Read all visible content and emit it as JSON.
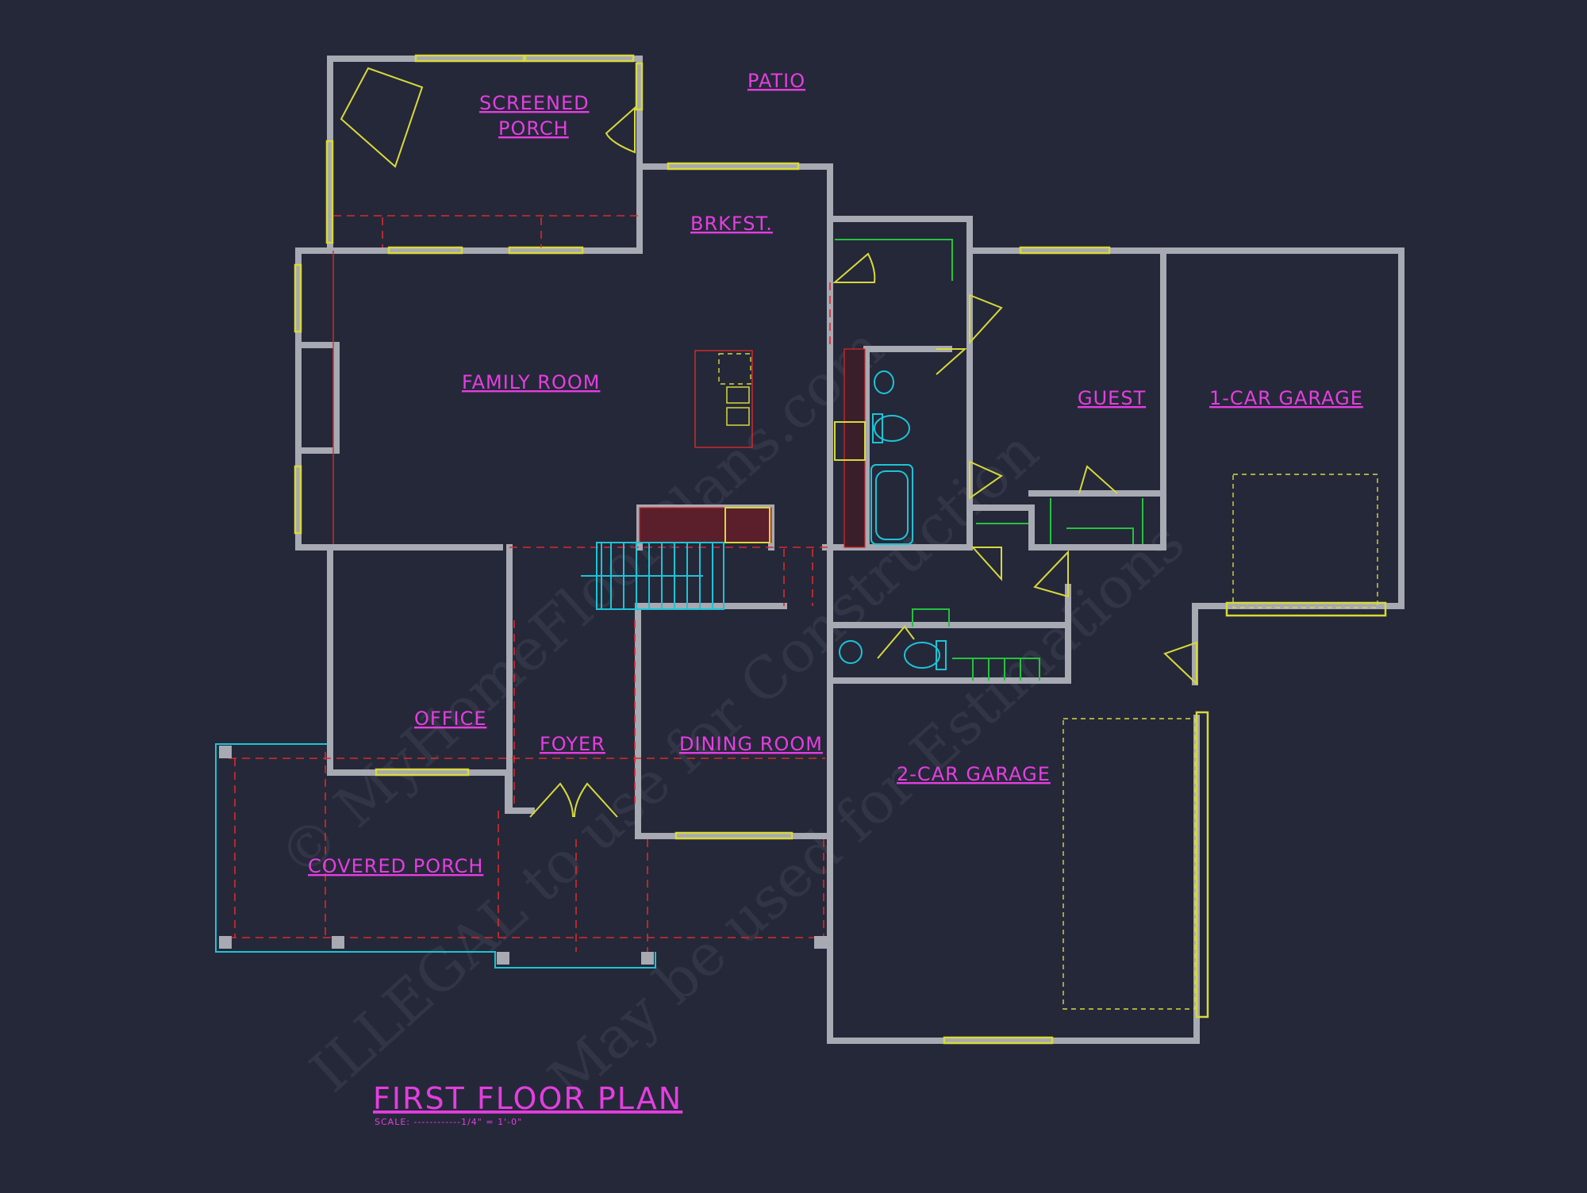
{
  "plan": {
    "title": "FIRST FLOOR PLAN",
    "scale": "SCALE:  ------------1/4\" = 1'-0\""
  },
  "rooms": {
    "patio": "PATIO",
    "screened_porch_line1": "SCREENED",
    "screened_porch_line2": "PORCH",
    "breakfast": "BRKFST.",
    "family_room": "FAMILY ROOM",
    "guest": "GUEST",
    "one_car_garage": "1-CAR GARAGE",
    "office": "OFFICE",
    "foyer": "FOYER",
    "dining_room": "DINING ROOM",
    "two_car_garage": "2-CAR GARAGE",
    "covered_porch": "COVERED PORCH"
  },
  "watermark": {
    "line1": "© MyHomeFloorPlans.com",
    "line2": "ILLEGAL to use for Construction",
    "line3": "May be used for Estimations"
  },
  "colors": {
    "background": "#252839",
    "wall": "#a7a9b3",
    "label": "#e43ee0",
    "window_door": "#d7d93a",
    "structure_red": "#d92a2a",
    "fixture_cyan": "#1cc4d6",
    "cabinet_green": "#25c23e"
  }
}
